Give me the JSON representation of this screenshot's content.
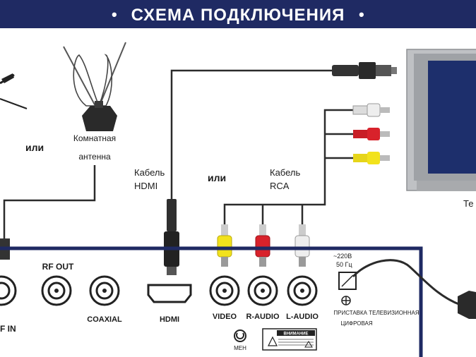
{
  "title": "СХЕМА ПОДКЛЮЧЕНИЯ",
  "title_dots": {
    "left": "•",
    "right": "•"
  },
  "labels": {
    "or_left": "или",
    "room_antenna_line1": "Комнатная",
    "room_antenna_line2": "антенна",
    "hdmi_cable_line1": "Кабель",
    "hdmi_cable_line2": "HDMI",
    "or_middle": "или",
    "rca_cable_line1": "Кабель",
    "rca_cable_line2": "RCA",
    "tv_partial": "Те"
  },
  "panel": {
    "rf_out": "RF OUT",
    "rf_in": "F IN",
    "coaxial": "COAXIAL",
    "hdmi": "HDMI",
    "video": "VIDEO",
    "r_audio": "R-AUDIO",
    "l_audio": "L-AUDIO",
    "power_line1": "~220В",
    "power_line2": "50 Гц",
    "device_line1": "ПРИСТАВКА ТЕЛЕВИЗИОННАЯ",
    "device_line2": "ЦИФРОВАЯ",
    "cert_mark": "МЕН",
    "warning_label": "ВНИМАНИЕ"
  },
  "colors": {
    "navy": "#1f2a63",
    "cable": "#2b2b2b",
    "rca_yellow": "#f2e21c",
    "rca_red": "#d8222b",
    "rca_white": "#eeeeee",
    "tv_screen": "#1d2f6c",
    "tv_body": "#bfc1c4"
  }
}
